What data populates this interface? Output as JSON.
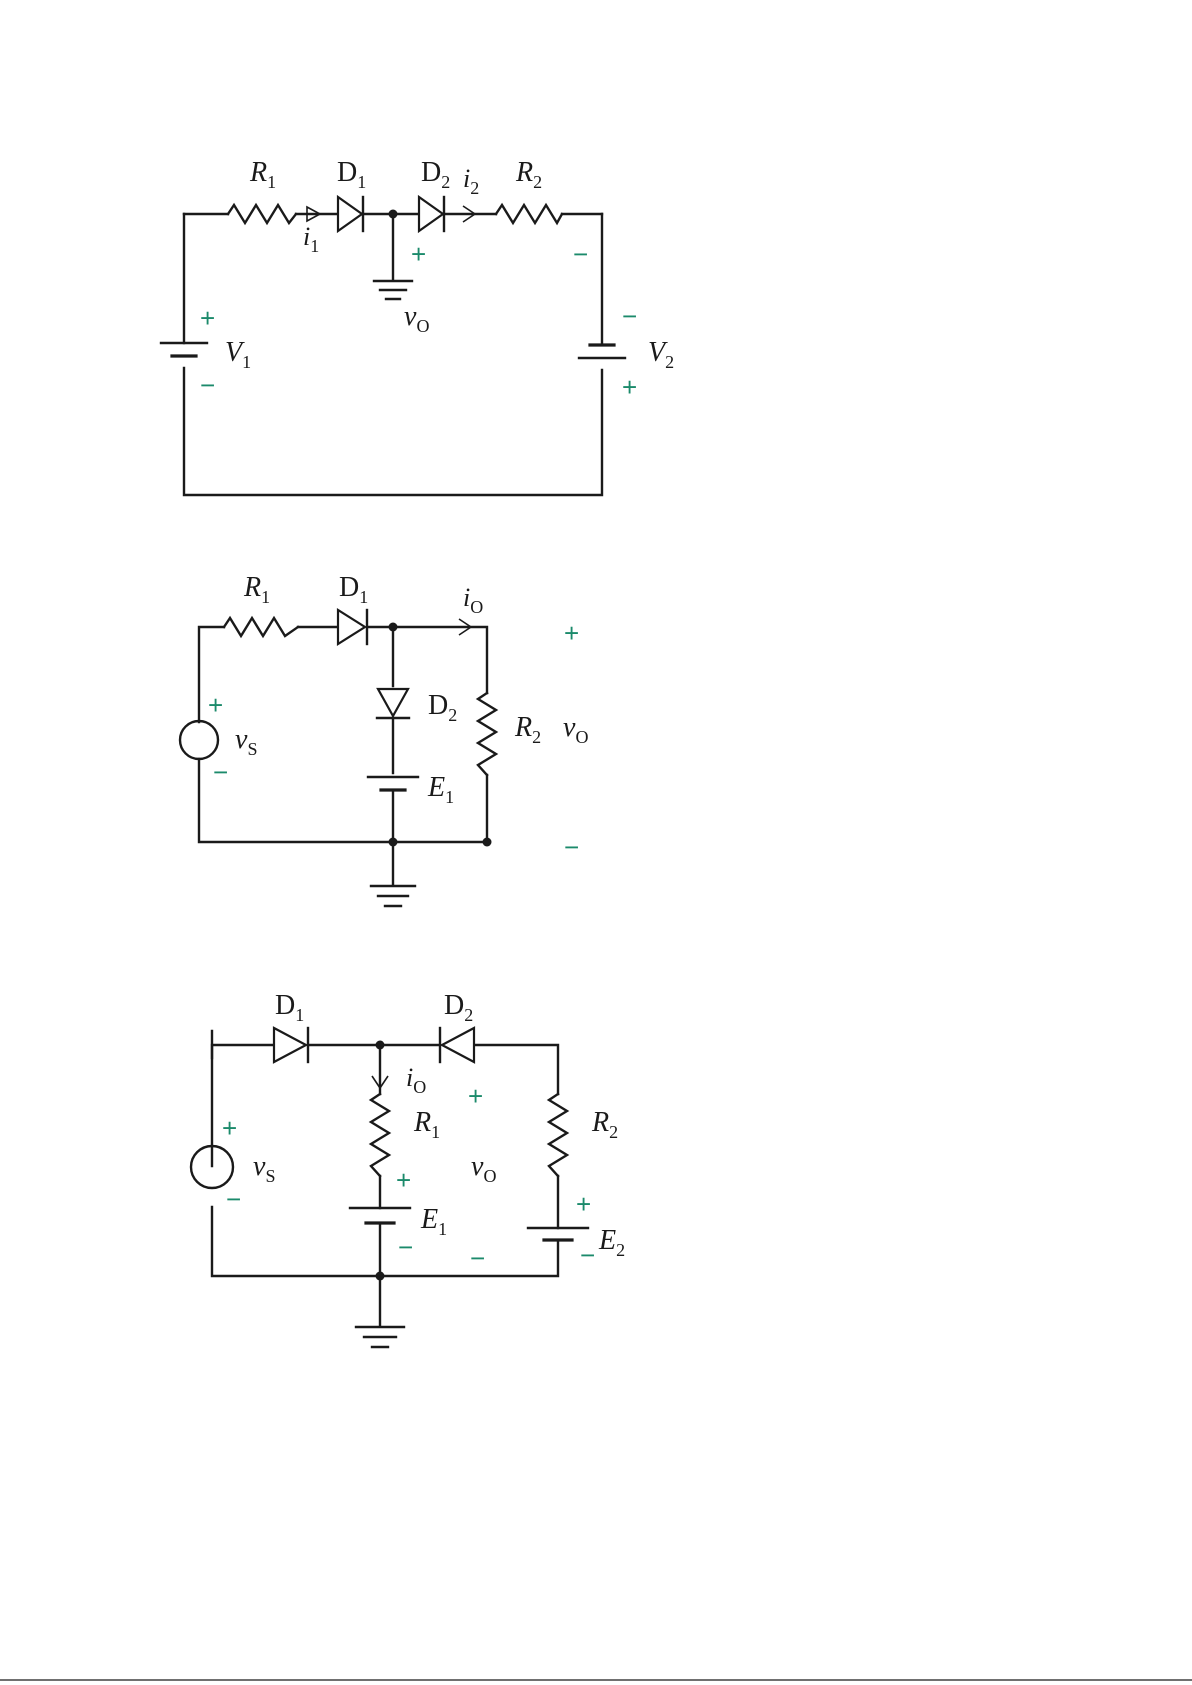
{
  "diagrams": [
    {
      "labels": {
        "r1": "R",
        "r1_sub": "1",
        "d1": "D",
        "d1_sub": "1",
        "d2": "D",
        "d2_sub": "2",
        "i2": "i",
        "i2_sub": "2",
        "r2": "R",
        "r2_sub": "2",
        "i1": "i",
        "i1_sub": "1",
        "vo": "v",
        "vo_sub": "O",
        "v1": "V",
        "v1_sub": "1",
        "v2": "V",
        "v2_sub": "2"
      },
      "signs": {
        "vo_plus": "+",
        "r2_minus": "−",
        "v1_plus": "+",
        "v1_minus": "−",
        "v2_minus": "−",
        "v2_plus": "+"
      }
    },
    {
      "labels": {
        "r1": "R",
        "r1_sub": "1",
        "d1": "D",
        "d1_sub": "1",
        "io": "i",
        "io_sub": "O",
        "d2": "D",
        "d2_sub": "2",
        "r2": "R",
        "r2_sub": "2",
        "vo": "v",
        "vo_sub": "O",
        "vs": "v",
        "vs_sub": "S",
        "e1": "E",
        "e1_sub": "1"
      },
      "signs": {
        "vo_plus": "+",
        "vo_minus": "−",
        "vs_plus": "+",
        "vs_minus": "−"
      }
    },
    {
      "labels": {
        "d1": "D",
        "d1_sub": "1",
        "d2": "D",
        "d2_sub": "2",
        "io": "i",
        "io_sub": "O",
        "r1": "R",
        "r1_sub": "1",
        "r2": "R",
        "r2_sub": "2",
        "vs": "v",
        "vs_sub": "S",
        "vo": "v",
        "vo_sub": "O",
        "e1": "E",
        "e1_sub": "1",
        "e2": "E",
        "e2_sub": "2"
      },
      "signs": {
        "vs_plus": "+",
        "vs_minus": "−",
        "vo_plus": "+",
        "vo_minus": "−",
        "e1_plus": "+",
        "e1_minus": "−",
        "e2_plus": "+",
        "e2_minus": "−"
      }
    }
  ],
  "colors": {
    "ink": "#1a1a1a",
    "polarity": "#1b8a6b"
  }
}
